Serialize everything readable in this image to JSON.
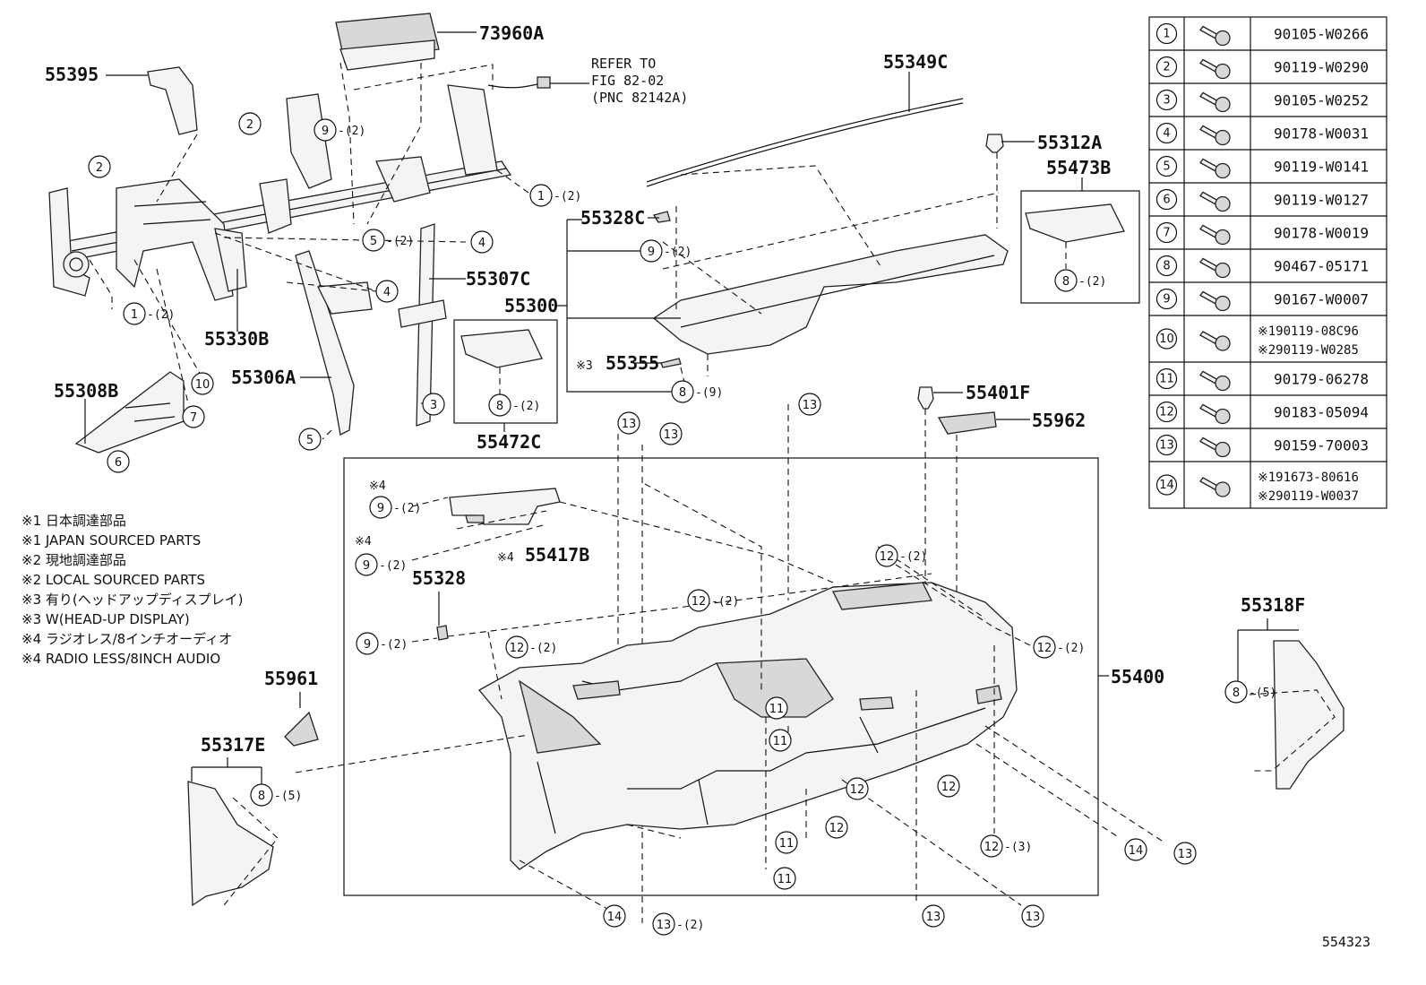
{
  "parts": {
    "p73960A": "73960A",
    "p55395": "55395",
    "p55349C": "55349C",
    "p55312A": "55312A",
    "p55473B": "55473B",
    "p55328C": "55328C",
    "p55300": "55300",
    "p55307C": "55307C",
    "p55330B": "55330B",
    "p55306A": "55306A",
    "p55308B": "55308B",
    "p55355": "55355",
    "p55472C": "55472C",
    "p55401F": "55401F",
    "p55962": "55962",
    "p55417B": "55417B",
    "p55328": "55328",
    "p55400": "55400",
    "p55318F": "55318F",
    "p55961": "55961",
    "p55317E": "55317E"
  },
  "refer": {
    "line1": "REFER TO",
    "line2": "FIG 82-02",
    "line3": "(PNC 82142A)"
  },
  "notes": [
    "※1 日本調達部品",
    "※1 JAPAN SOURCED PARTS",
    "※2 現地調達部品",
    "※2 LOCAL SOURCED PARTS",
    "※3 有り(ヘッドアップディスプレイ)",
    "※3 W(HEAD-UP DISPLAY)",
    "※4 ラジオレス/8インチオーディオ",
    "※4 RADIO LESS/8INCH AUDIO"
  ],
  "marks": {
    "m3": "※3",
    "m4": "※4",
    "m4b": "※4"
  },
  "callouts": {
    "c1": "1",
    "c2": "2",
    "c3": "3",
    "c4": "4",
    "c5": "5",
    "c6": "6",
    "c7": "7",
    "c8": "8",
    "c9": "9",
    "c10": "10",
    "c11": "11",
    "c12": "12",
    "c13": "13",
    "c14": "14",
    "q2": "-(2)",
    "q3": "-(3)",
    "q5": "-(5)",
    "q9": "-(9)"
  },
  "fastener_table": {
    "rows": [
      {
        "num": "1",
        "part": "90105-W0266"
      },
      {
        "num": "2",
        "part": "90119-W0290"
      },
      {
        "num": "3",
        "part": "90105-W0252"
      },
      {
        "num": "4",
        "part": "90178-W0031"
      },
      {
        "num": "5",
        "part": "90119-W0141"
      },
      {
        "num": "6",
        "part": "90119-W0127"
      },
      {
        "num": "7",
        "part": "90178-W0019"
      },
      {
        "num": "8",
        "part": "90467-05171"
      },
      {
        "num": "9",
        "part": "90167-W0007"
      },
      {
        "num": "10",
        "part": "※190119-08C96",
        "part2": "※290119-W0285"
      },
      {
        "num": "11",
        "part": "90179-06278"
      },
      {
        "num": "12",
        "part": "90183-05094"
      },
      {
        "num": "13",
        "part": "90159-70003"
      },
      {
        "num": "14",
        "part": "※191673-80616",
        "part2": "※290119-W0037"
      }
    ]
  },
  "figure_id": "554323"
}
